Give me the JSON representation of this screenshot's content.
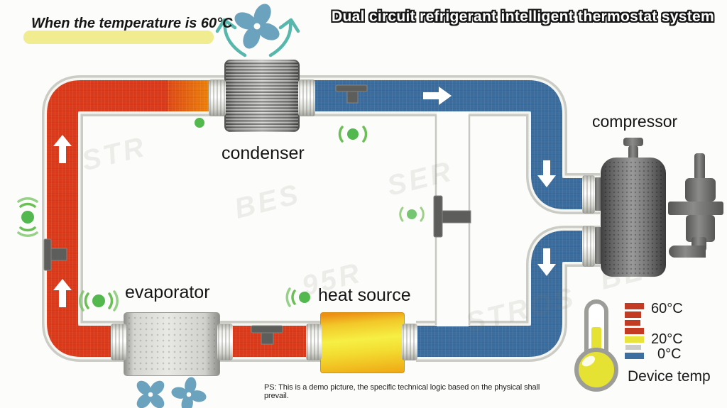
{
  "header": {
    "subtitle": "When the temperature is 60°C",
    "title": "Dual circuit refrigerant intelligent thermostat system"
  },
  "labels": {
    "condenser": "condenser",
    "compressor": "compressor",
    "evaporator": "evaporator",
    "heat_source": "heat source"
  },
  "legend": {
    "items": [
      {
        "label": "60°C",
        "color": "#c23b22"
      },
      {
        "label": "20°C",
        "color": "#e9e43c"
      },
      {
        "label": "0°C",
        "color": "#3c6e9f"
      }
    ],
    "caption": "Device temp"
  },
  "footnote": "PS: This is a demo picture, the specific technical logic based on the physical shall prevail.",
  "icons": {
    "fan": "fan-icon",
    "airflow": "airflow-arrow-icon",
    "sensor": "wireless-sensor-icon",
    "valve": "valve-icon",
    "flow_arrow": "flow-arrow-icon",
    "thermometer": "thermometer-icon"
  },
  "colors": {
    "hot_pipe": "#dd3c1c",
    "warm_pipe": "#f49d06",
    "cold_pipe": "#3c6e9f",
    "sensor_green": "#53b94f",
    "fan_blue": "#6ba2bd",
    "airflow_teal": "#58b7ad",
    "highlight_yellow": "#f0ec8f",
    "thermometer_yellow": "#e6e233"
  },
  "watermarks": [
    "STR",
    "BES",
    "SER",
    "95R",
    "STROS",
    "BES"
  ]
}
